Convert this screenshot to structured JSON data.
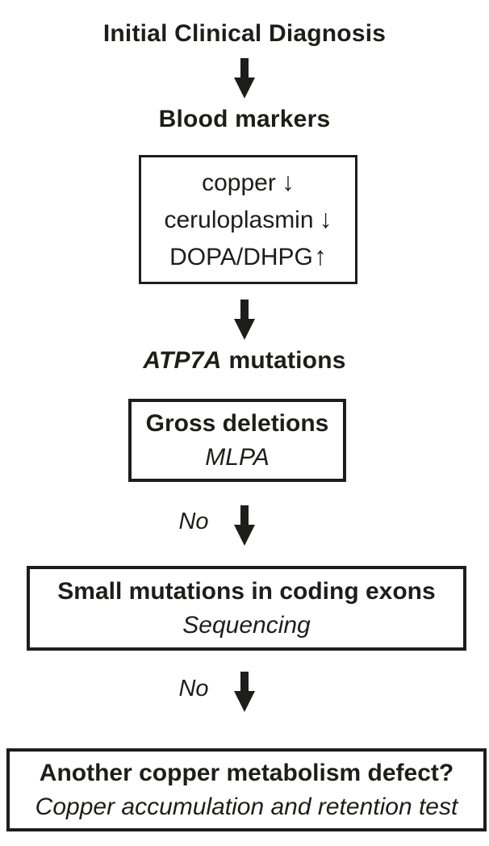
{
  "flowchart": {
    "title": "Initial Clinical Diagnosis",
    "no_label": "No",
    "nodes": {
      "blood_markers_heading": "Blood markers",
      "blood_markers_box": {
        "markers": [
          {
            "name": "copper",
            "direction": "↓"
          },
          {
            "name": "ceruloplasmin",
            "direction": "↓"
          },
          {
            "name": "DOPA/DHPG",
            "direction": "↑"
          }
        ]
      },
      "atp7a_heading": {
        "gene": "ATP7A",
        "suffix": "mutations"
      },
      "gross_deletions_box": {
        "title": "Gross deletions",
        "method": "MLPA"
      },
      "small_mutations_box": {
        "title": "Small mutations in coding exons",
        "method": "Sequencing"
      },
      "other_defect_box": {
        "title": "Another copper metabolism defect?",
        "method": "Copper accumulation and retention test"
      }
    },
    "icons": {
      "flow_arrow": "down-arrow",
      "decrease_glyph": "↓",
      "increase_glyph": "↑"
    },
    "colors": {
      "ink": "#1d1d1b",
      "background": "#ffffff"
    }
  }
}
